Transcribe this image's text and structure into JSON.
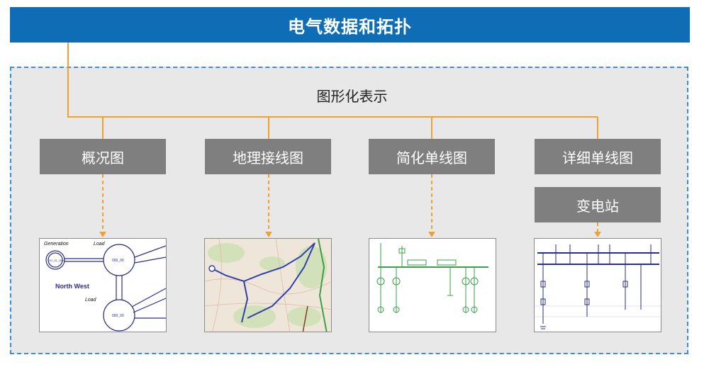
{
  "header": {
    "title": "电气数据和拓扑"
  },
  "section": {
    "title": "图形化表示"
  },
  "categories": [
    {
      "label": "概况图"
    },
    {
      "label": "地理接线图"
    },
    {
      "label": "简化单线图"
    },
    {
      "label": "详细单线图"
    }
  ],
  "sub_category": {
    "label": "变电站"
  },
  "overview_diagram": {
    "generation_label": "Generation",
    "load_label_top": "Load",
    "load_label_bottom": "Load",
    "region_label": "North West",
    "node_top": "000_00",
    "node_bottom": "000_00",
    "gen_node": "GO_01_Gen"
  },
  "colors": {
    "header_bg": "#0e6db5",
    "frame_border": "#3d8ed4",
    "frame_bg": "#e8e8e8",
    "box_bg": "#7f7f7f",
    "connector": "#f0a133",
    "diagram_navy": "#2a2f8c",
    "diagram_green": "#3aa04a"
  }
}
